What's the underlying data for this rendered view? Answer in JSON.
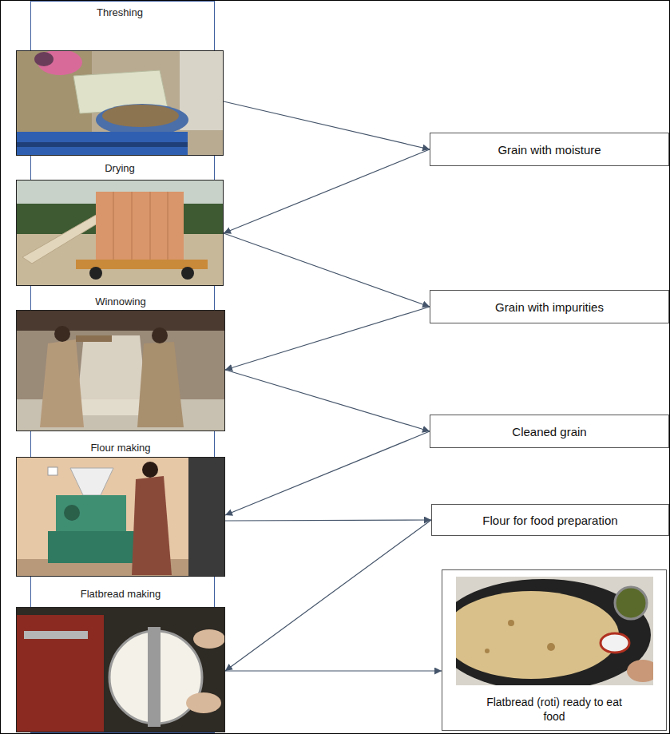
{
  "diagram": {
    "nodes": [
      {
        "text": [
          "Threshing"
        ]
      },
      {
        "text": [
          "Grain with moisture"
        ]
      },
      {
        "text": [
          "Drying"
        ]
      },
      {
        "text": [
          "Grain with impurities"
        ]
      },
      {
        "text": [
          "Winnowing"
        ]
      },
      {
        "text": [
          "Cleaned grain"
        ]
      },
      {
        "text": [
          "Flour making"
        ]
      },
      {
        "text": [
          "Flour for food preparation"
        ]
      },
      {
        "text": [
          "Flatbread making"
        ]
      },
      {
        "text": [
          "Flatbread (roti) ready to eat food"
        ]
      }
    ],
    "edges": [
      {
        "from": 0,
        "to": 1,
        "arrow": "to"
      },
      {
        "from": 1,
        "to": 2,
        "arrow": "to"
      },
      {
        "from": 2,
        "to": 3,
        "arrow": "to"
      },
      {
        "from": 3,
        "to": 4,
        "arrow": "to"
      },
      {
        "from": 4,
        "to": 5,
        "arrow": "to"
      },
      {
        "from": 5,
        "to": 6,
        "arrow": "to"
      },
      {
        "from": 6,
        "to": 7,
        "arrow": "to"
      },
      {
        "from": 7,
        "to": 8,
        "arrow": "to"
      },
      {
        "from": 8,
        "to": 9,
        "arrow": "to"
      }
    ]
  }
}
